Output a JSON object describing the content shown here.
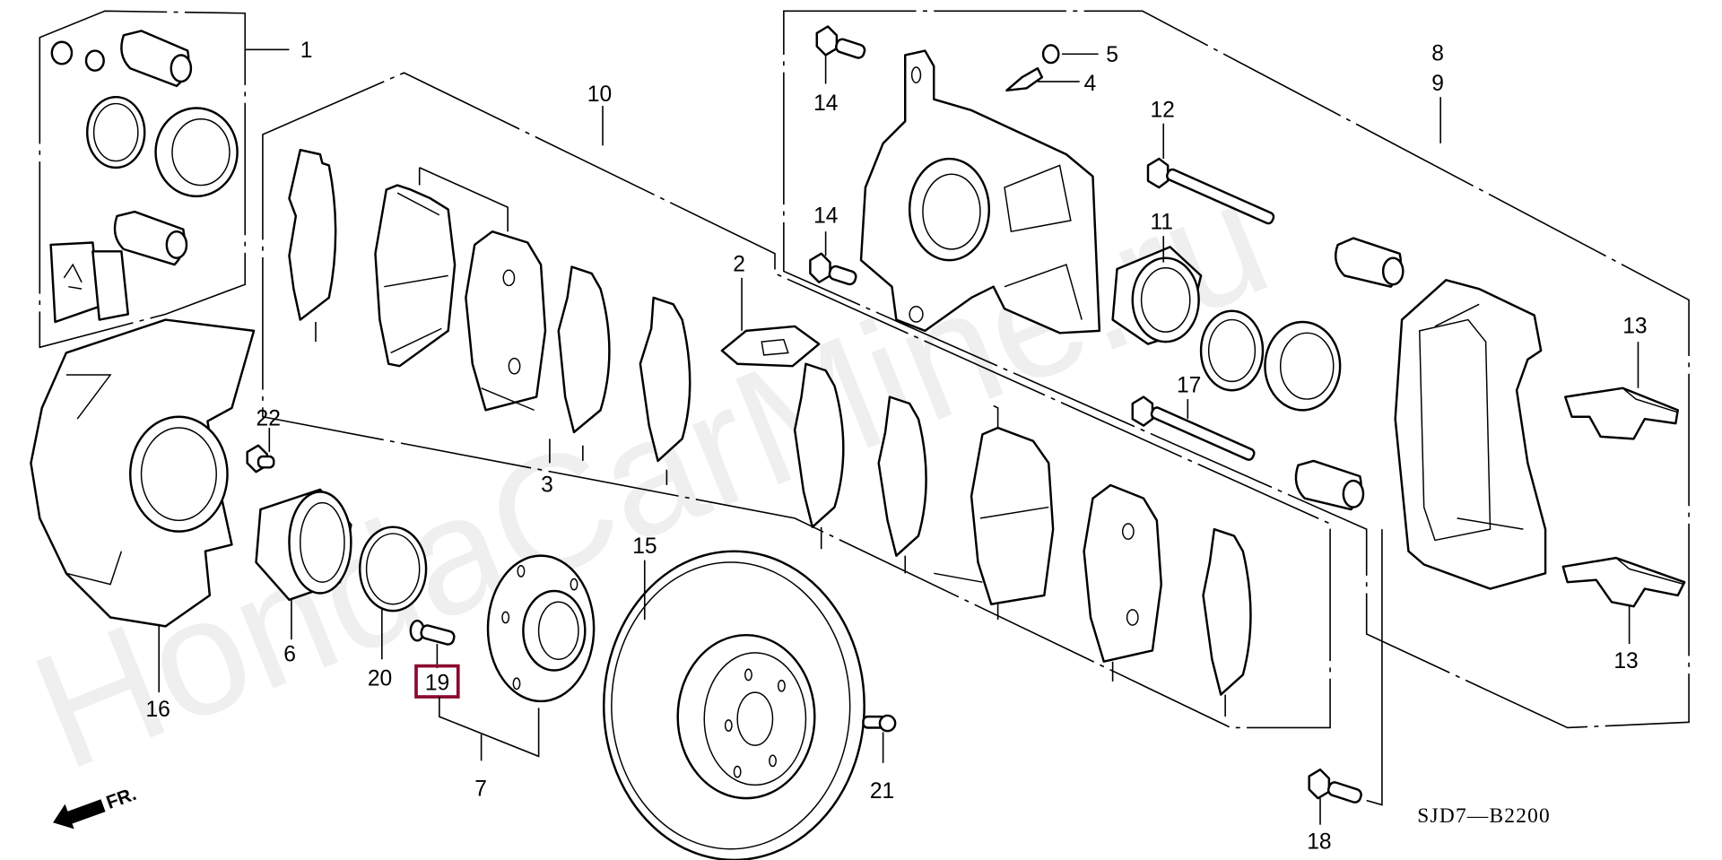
{
  "diagram": {
    "code": "SJD7—B2200",
    "direction_label": "FR.",
    "watermark": "HondaCarMine.ru",
    "highlight_color": "#8b0a2e",
    "highlighted_part": "19",
    "callouts": {
      "p1": "1",
      "p2": "2",
      "p3": "3",
      "p4": "4",
      "p5": "5",
      "p6": "6",
      "p7": "7",
      "p8": "8",
      "p9": "9",
      "p10": "10",
      "p11": "11",
      "p12": "12",
      "p13a": "13",
      "p13b": "13",
      "p14a": "14",
      "p14b": "14",
      "p15": "15",
      "p16": "16",
      "p17": "17",
      "p18": "18",
      "p19": "19",
      "p20": "20",
      "p21": "21",
      "p22": "22"
    }
  }
}
